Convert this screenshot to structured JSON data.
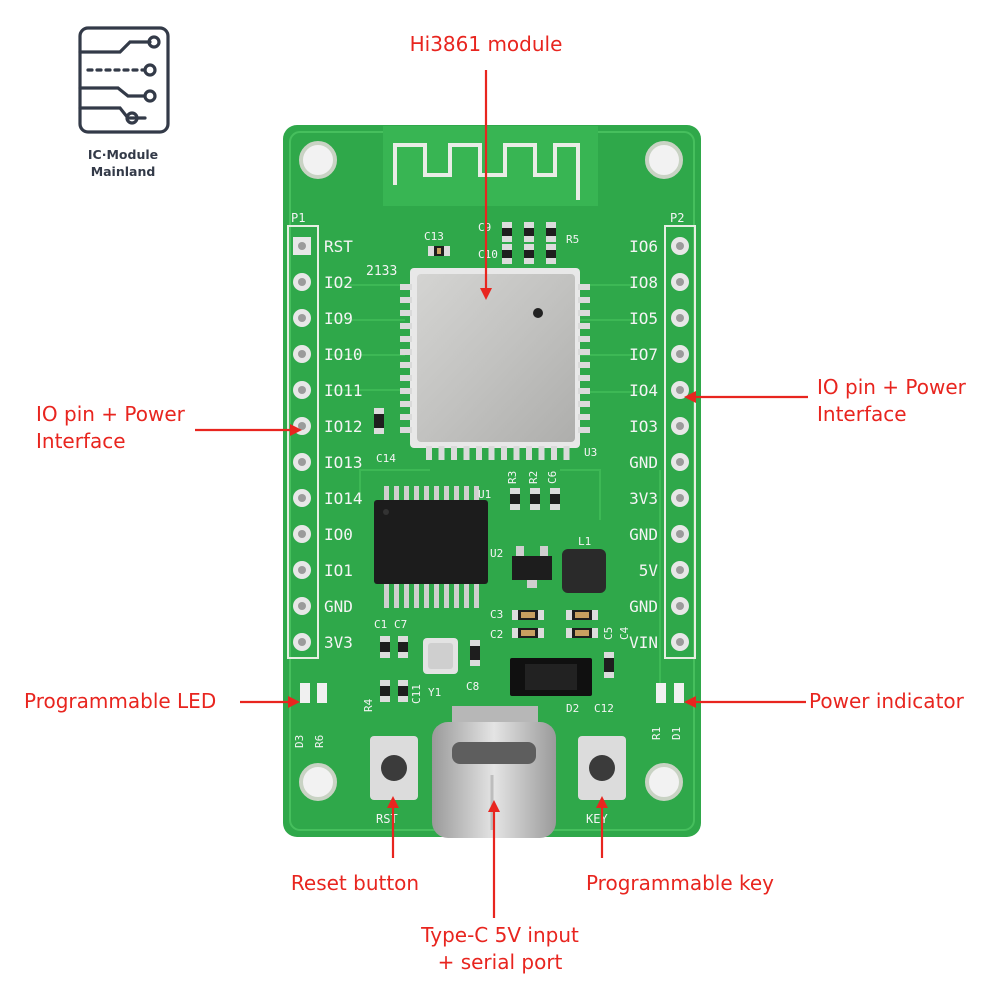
{
  "logo": {
    "line1": "IC·Module",
    "line2": "Mainland"
  },
  "callouts": {
    "module": "Hi3861 module",
    "io_left_1": "IO pin + Power",
    "io_left_2": "Interface",
    "io_right_1": "IO pin + Power",
    "io_right_2": "Interface",
    "led": "Programmable LED",
    "power_indicator": "Power indicator",
    "reset": "Reset button",
    "key": "Programmable key",
    "typec_1": "Type-C 5V input",
    "typec_2": "+ serial port"
  },
  "silkscreen": {
    "header_left": "P1",
    "header_right": "P2",
    "left_pins": [
      "RST",
      "IO2",
      "IO9",
      "IO10",
      "IO11",
      "IO12",
      "IO13",
      "IO14",
      "IO0",
      "IO1",
      "GND",
      "3V3"
    ],
    "right_pins": [
      "IO6",
      "IO8",
      "IO5",
      "IO7",
      "IO4",
      "IO3",
      "GND",
      "3V3",
      "GND",
      "5V",
      "GND",
      "VIN"
    ],
    "components": [
      "C13",
      "C9",
      "C10",
      "R5",
      "C14",
      "U3",
      "U1",
      "R3",
      "R2",
      "C6",
      "U2",
      "L1",
      "C3",
      "C2",
      "C5",
      "C4",
      "C1",
      "C7",
      "R4",
      "C11",
      "Y1",
      "C8",
      "D2",
      "C12",
      "D3",
      "R6",
      "R1",
      "D1"
    ],
    "btn_rst": "RST",
    "btn_key": "KEY",
    "date_code": "2133"
  },
  "colors": {
    "accent": "#e8251f",
    "pcb": "#2fa84a",
    "logo": "#333a48"
  }
}
